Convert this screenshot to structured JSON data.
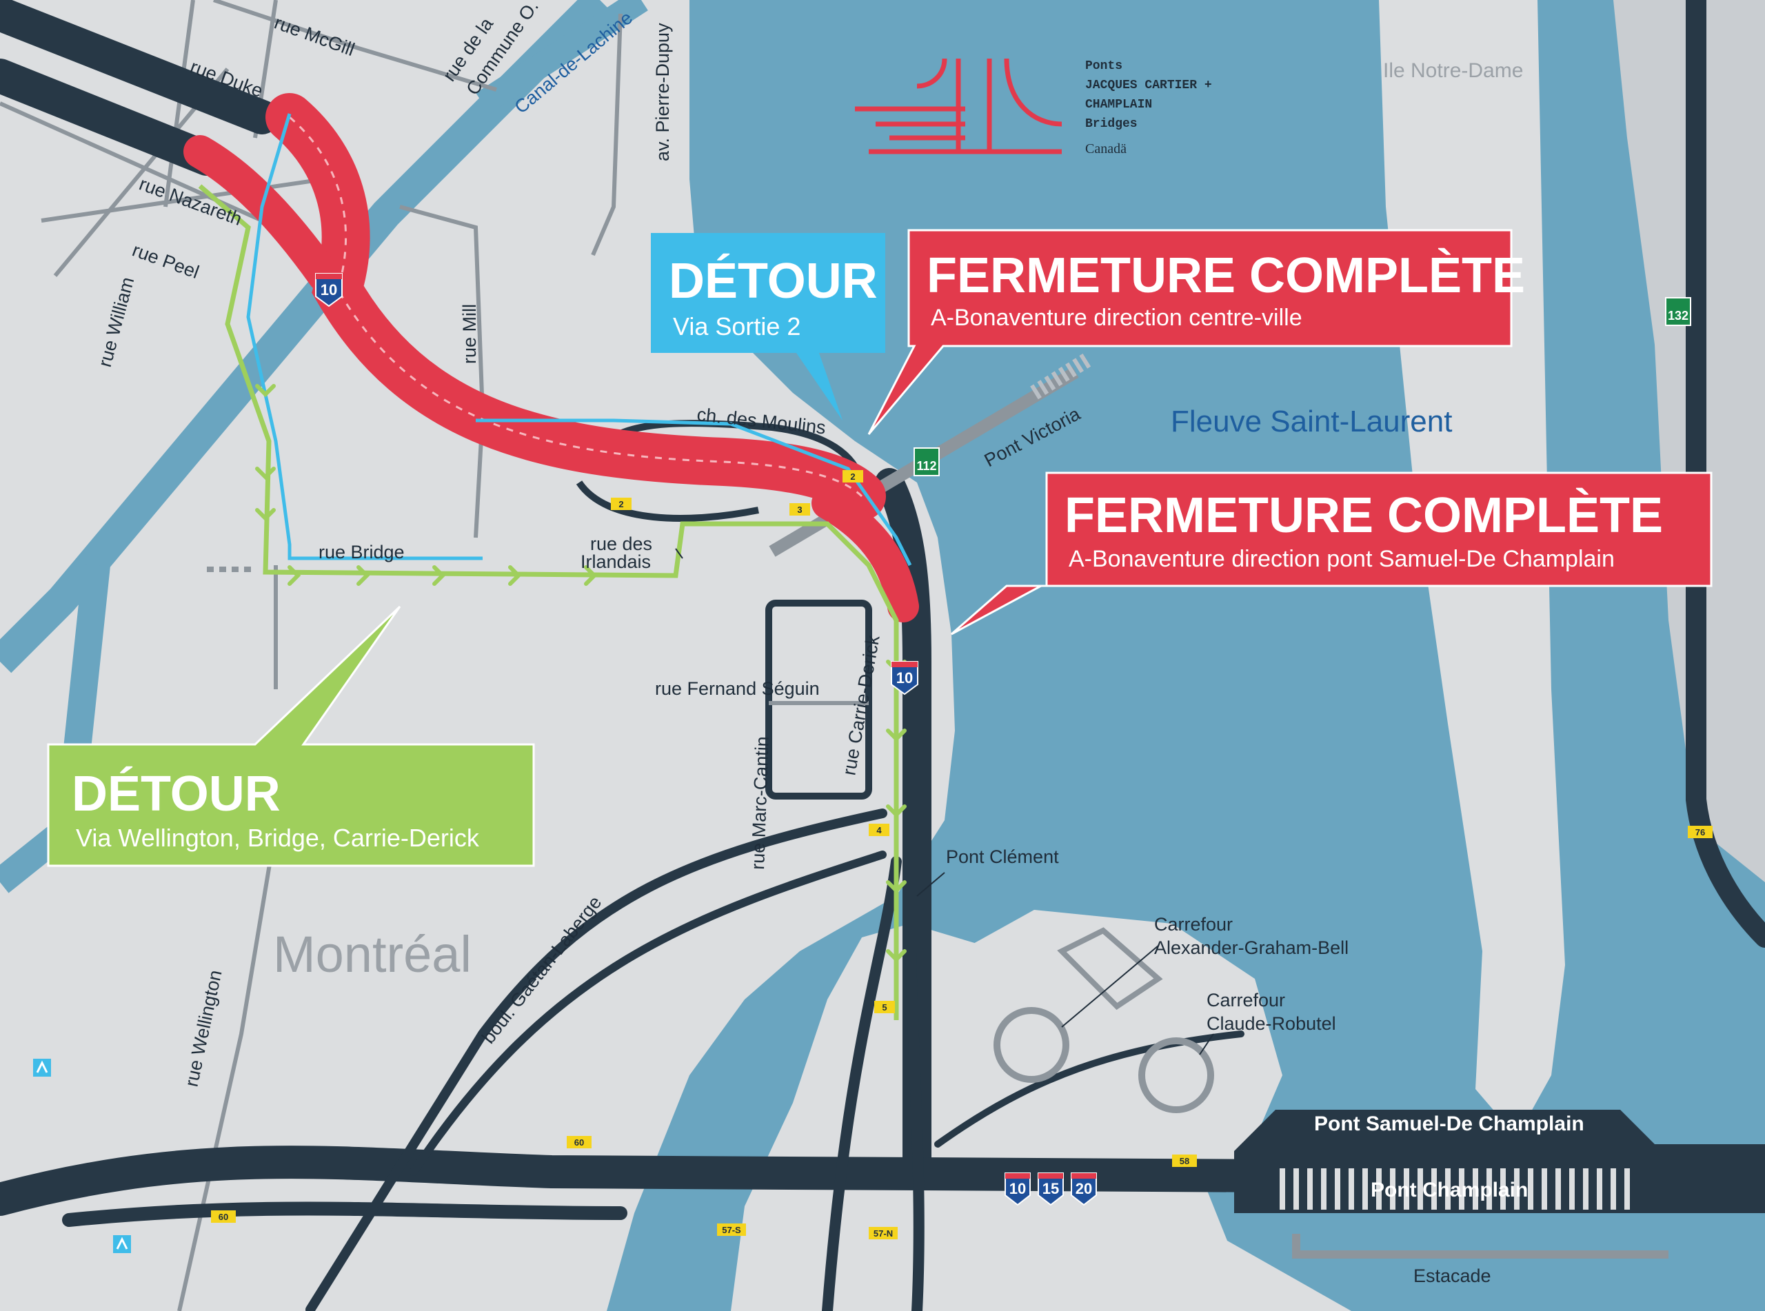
{
  "logo": {
    "line1": "Ponts",
    "line2": "JACQUES CARTIER +",
    "line3": "CHAMPLAIN",
    "line4": "Bridges",
    "line5": "Canadä"
  },
  "callouts": {
    "detour_sortie": {
      "title": "DÉTOUR",
      "subtitle": "Via Sortie 2"
    },
    "fermeture_centre": {
      "title": "FERMETURE COMPLÈTE",
      "subtitle": "A-Bonaventure direction centre-ville"
    },
    "fermeture_champlain": {
      "title": "FERMETURE COMPLÈTE",
      "subtitle": "A-Bonaventure direction pont Samuel-De Champlain"
    },
    "detour_wellington": {
      "title": "DÉTOUR",
      "subtitle": "Via Wellington, Bridge, Carrie-Derick"
    }
  },
  "places": {
    "montreal": "Montréal",
    "fleuve": "Fleuve Saint-Laurent",
    "ile_notre_dame": "Ile Notre-Dame"
  },
  "streets": {
    "mcgill": "rue McGill",
    "duke": "rue Duke",
    "commune": [
      "rue de la",
      "Commune O."
    ],
    "canal": "Canal-de-Lachine",
    "dupuy": "av. Pierre-Dupuy",
    "nazareth": "rue Nazareth",
    "peel": "rue Peel",
    "william": "rue William",
    "mill": "rue Mill",
    "moulins": "ch. des Moulins",
    "victoria": "Pont Victoria",
    "bridge": "rue Bridge",
    "irlandais": [
      "rue des",
      "Irlandais"
    ],
    "seguin": "rue Fernand Séguin",
    "carrie": "rue Carrie-Derick",
    "marc_cantin": "rue Marc-Cantin",
    "clement": "Pont Clément",
    "gaetan": "boul. Gaétan-Laberge",
    "wellington": "rue Wellington",
    "agb": [
      "Carrefour",
      "Alexander-Graham-Bell"
    ],
    "robutel": [
      "Carrefour",
      "Claude-Robutel"
    ],
    "samuel": "Pont Samuel-De Champlain",
    "champlain": "Pont Champlain",
    "estacade": "Estacade"
  },
  "exits": [
    "2",
    "2",
    "3",
    "4",
    "5",
    "60",
    "60",
    "58",
    "57-S",
    "57-N",
    "76"
  ],
  "shields": {
    "i10": "10",
    "r112": "112",
    "r132": "132",
    "a10": "10",
    "a15": "15",
    "a20": "20"
  },
  "icons": [
    "metro-icon",
    "metro-icon"
  ],
  "colors": {
    "water": "#6aa5c0",
    "land": "#dcdee0",
    "highway": "#273846",
    "closure": "#e23a4c",
    "detour_blue": "#3fbce9",
    "detour_green": "#9fcf5c",
    "exit_yellow": "#f5d41d"
  }
}
